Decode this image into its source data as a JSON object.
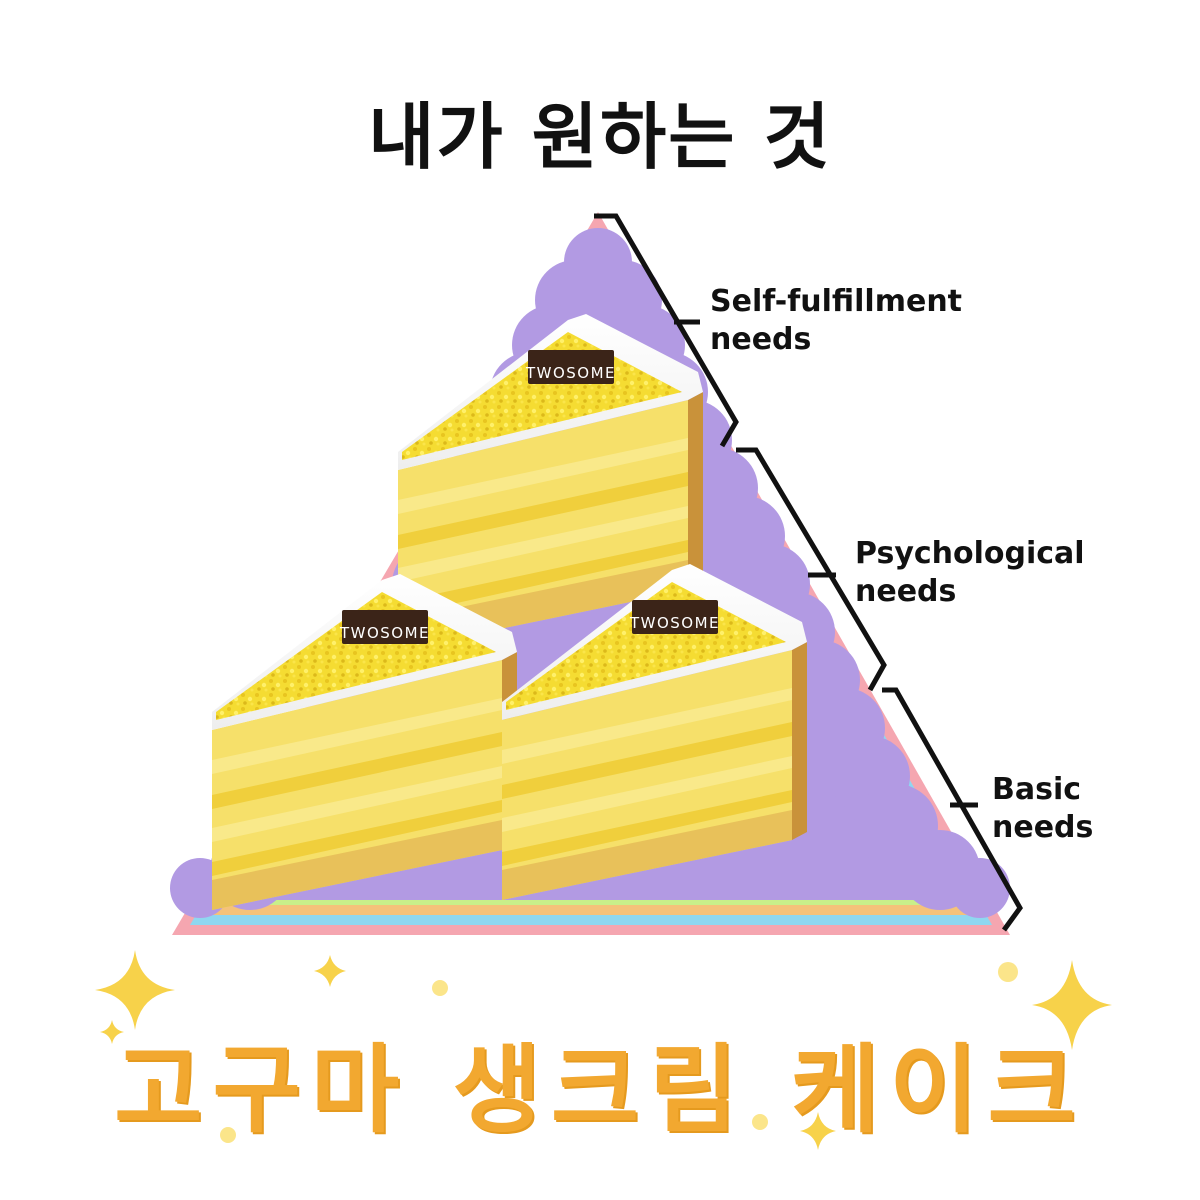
{
  "title": "내가 원하는 것",
  "levels": [
    {
      "line1": "Self-fulfillment",
      "line2": "needs"
    },
    {
      "line1": "Psychological",
      "line2": "needs"
    },
    {
      "line1": "Basic",
      "line2": "needs"
    }
  ],
  "cake_brand": "TWOSOME",
  "cake_name": "고구마 생크림 케이크",
  "colors": {
    "pyramid_fill": "#b29ae3",
    "text": "#111111",
    "cake_name": "#f2a830",
    "sponge": "#f6e06a",
    "crumb_topping": "#f5dc32",
    "cream": "#ffffff"
  },
  "icons": [
    "sparkle-icon"
  ]
}
